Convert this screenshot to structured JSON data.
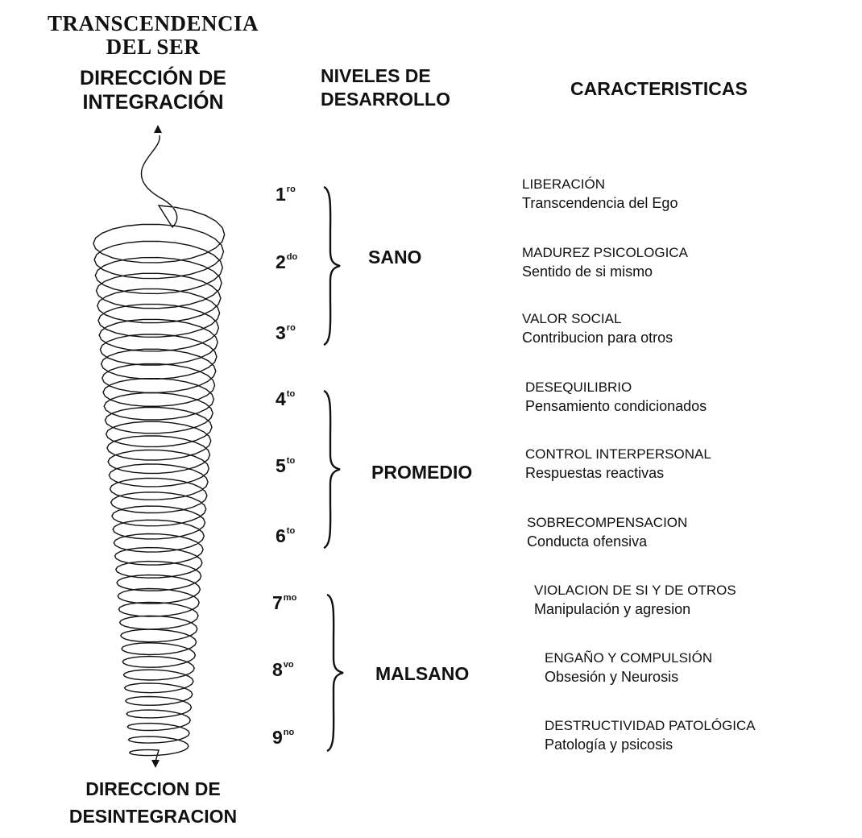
{
  "header": {
    "top_title_line1": "TRANSCENDENCIA",
    "top_title_line2": "DEL SER",
    "integration_line1": "DIRECCIÓN DE",
    "integration_line2": "INTEGRACIÓN",
    "levels_line1": "NIVELES DE",
    "levels_line2": "DESARROLLO",
    "characteristics": "CARACTERISTICAS"
  },
  "footer": {
    "line1": "DIRECCION DE",
    "line2": "DESINTEGRACION"
  },
  "levels": [
    {
      "num": "1",
      "suffix": "ro"
    },
    {
      "num": "2",
      "suffix": "do"
    },
    {
      "num": "3",
      "suffix": "ro"
    },
    {
      "num": "4",
      "suffix": "to"
    },
    {
      "num": "5",
      "suffix": "to"
    },
    {
      "num": "6",
      "suffix": "to"
    },
    {
      "num": "7",
      "suffix": "mo"
    },
    {
      "num": "8",
      "suffix": "vo"
    },
    {
      "num": "9",
      "suffix": "no"
    }
  ],
  "groups": [
    "SANO",
    "PROMEDIO",
    "MALSANO"
  ],
  "characteristics": [
    {
      "title": "LIBERACIÓN",
      "desc": "Transcendencia del Ego"
    },
    {
      "title": "MADUREZ PSICOLOGICA",
      "desc": "Sentido de si mismo"
    },
    {
      "title": "VALOR SOCIAL",
      "desc": "Contribucion para otros"
    },
    {
      "title": "DESEQUILIBRIO",
      "desc": "Pensamiento condicionados"
    },
    {
      "title": "CONTROL INTERPERSONAL",
      "desc": "Respuestas reactivas"
    },
    {
      "title": "SOBRECOMPENSACION",
      "desc": "Conducta ofensiva"
    },
    {
      "title": "VIOLACION DE SI Y DE OTROS",
      "desc": "Manipulación y agresion"
    },
    {
      "title": "ENGAÑO Y COMPULSIÓN",
      "desc": "Obsesión y Neurosis"
    },
    {
      "title": "DESTRUCTIVIDAD PATOLÓGICA",
      "desc": "Patología y psicosis"
    }
  ]
}
